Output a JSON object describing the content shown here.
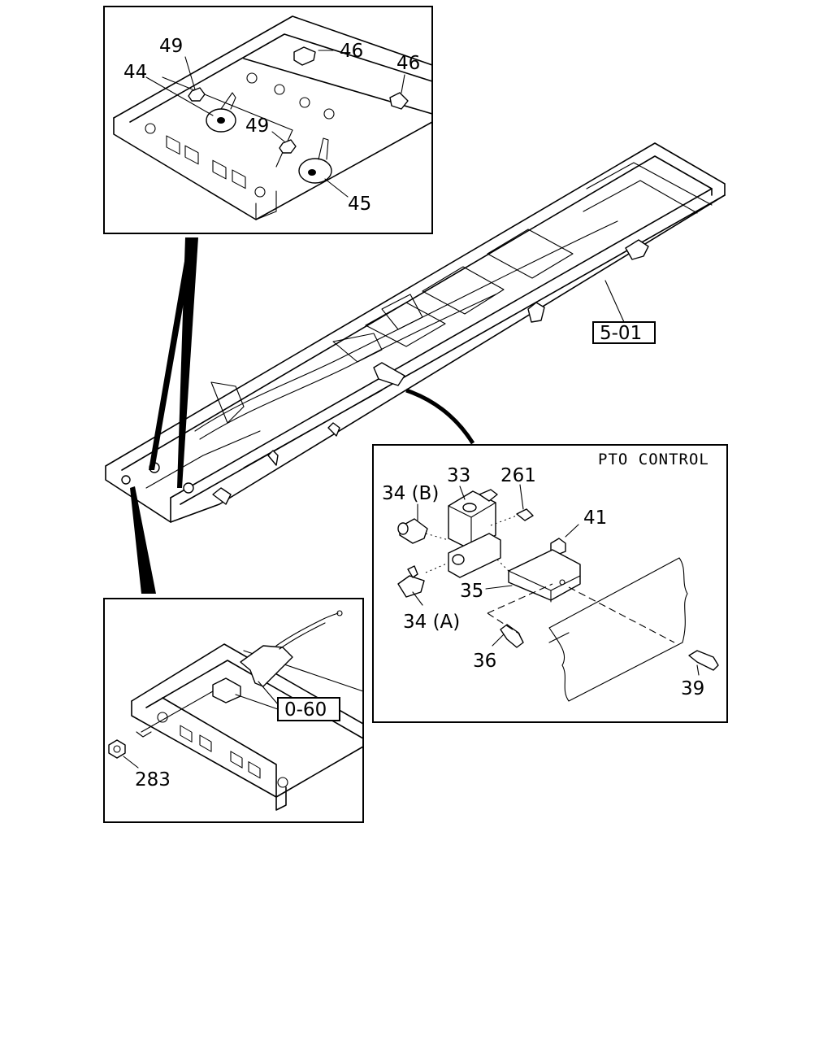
{
  "callouts": {
    "c49a": "49",
    "c46a": "46",
    "c46b": "46",
    "c44": "44",
    "c49b": "49",
    "c45": "45",
    "c33": "33",
    "c261": "261",
    "c34b": "34 (B)",
    "c41": "41",
    "c35": "35",
    "c34a": "34 (A)",
    "c36": "36",
    "c39": "39",
    "c283": "283"
  },
  "references": {
    "frame": "5-01",
    "cable": "0-60"
  },
  "panels": {
    "pto_title": "PTO CONTROL"
  }
}
